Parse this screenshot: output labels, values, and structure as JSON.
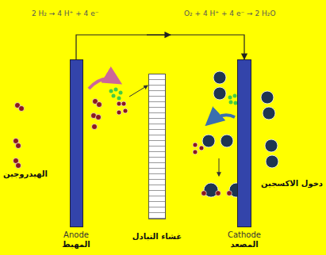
{
  "diagram": {
    "nodes": [
      {
        "text": [
          "Anode",
          "المهبط"
        ]
      },
      {
        "text": [
          "غشاء التبادل"
        ]
      },
      {
        "text": [
          "Cathode",
          "المصعد"
        ]
      }
    ],
    "edges": [
      {
        "from": 0,
        "to": 2,
        "arrow": "to"
      }
    ],
    "labels": [
      "2 H₂ → 4 H⁺ + 4 e⁻",
      "O₂ + 4 H⁺ + 4 e⁻ → 2 H₂O",
      "الهيدروجين",
      "دخول الاكسجين"
    ]
  }
}
